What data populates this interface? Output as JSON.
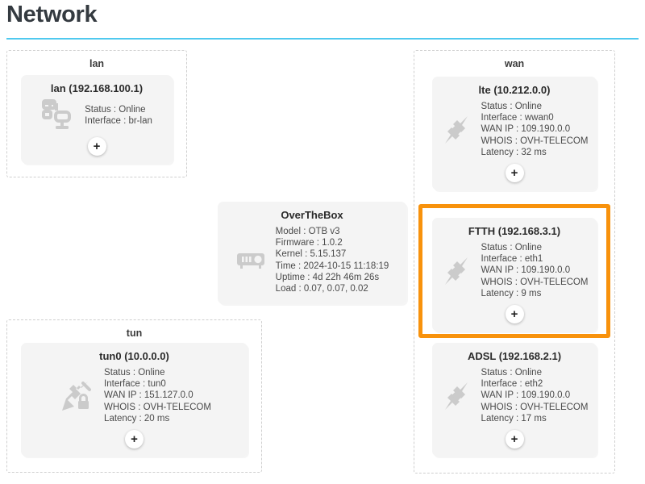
{
  "header": {
    "title": "Network",
    "rule_color": "#4fc9ef"
  },
  "colors": {
    "accent_green": "#0ec25f",
    "accent_blue": "#2f7fe0",
    "selection_orange": "#f8920c",
    "card_background": "#f4f4f4",
    "icon_gray": "#cbcbcb"
  },
  "groups": {
    "lan": {
      "label": "lan"
    },
    "wan": {
      "label": "wan"
    },
    "tun": {
      "label": "tun"
    }
  },
  "cards": {
    "lan": {
      "title": "lan (192.168.100.1)",
      "icon": "network-computers-icon",
      "accent": "green",
      "props": [
        "Status : Online",
        "Interface : br-lan"
      ],
      "add_label": "+"
    },
    "overthebox": {
      "title": "OverTheBox",
      "icon": "router-box-icon",
      "accent": "blue",
      "props": [
        "Model : OTB v3",
        "Firmware : 1.0.2",
        "Kernel : 5.15.137",
        "Time : 2024-10-15 11:18:19",
        "Uptime : 4d 22h 46m 26s",
        "Load : 0.07, 0.07, 0.02"
      ]
    },
    "tun0": {
      "title": "tun0 (10.0.0.0)",
      "icon": "secure-plug-icon",
      "accent": "green",
      "props": [
        "Status : Online",
        "Interface : tun0",
        "WAN IP : 151.127.0.0",
        "WHOIS : OVH-TELECOM",
        "Latency : 20 ms"
      ],
      "add_label": "+"
    },
    "lte": {
      "title": "lte (10.212.0.0)",
      "icon": "plug-connector-icon",
      "accent": "green",
      "props": [
        "Status : Online",
        "Interface : wwan0",
        "WAN IP : 109.190.0.0",
        "WHOIS : OVH-TELECOM",
        "Latency : 32 ms"
      ],
      "add_label": "+"
    },
    "ftth": {
      "title": "FTTH (192.168.3.1)",
      "icon": "plug-connector-icon",
      "accent": "green",
      "selected": true,
      "props": [
        "Status : Online",
        "Interface : eth1",
        "WAN IP : 109.190.0.0",
        "WHOIS : OVH-TELECOM",
        "Latency : 9 ms"
      ],
      "add_label": "+"
    },
    "adsl": {
      "title": "ADSL (192.168.2.1)",
      "icon": "plug-connector-icon",
      "accent": "green",
      "props": [
        "Status : Online",
        "Interface : eth2",
        "WAN IP : 109.190.0.0",
        "WHOIS : OVH-TELECOM",
        "Latency : 17 ms"
      ],
      "add_label": "+"
    }
  }
}
